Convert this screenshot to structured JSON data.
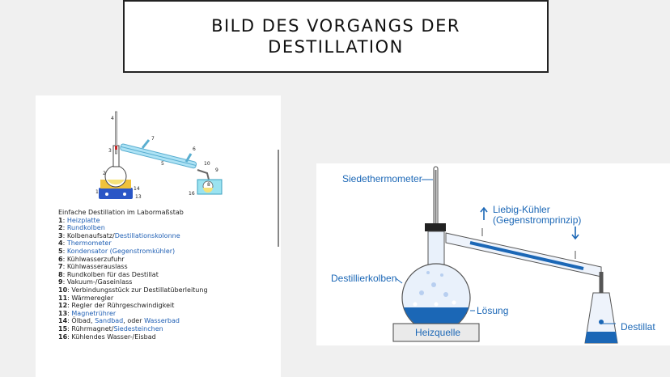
{
  "slide": {
    "title_line1": "BILD DES VORGANGS DER",
    "title_line2": "DESTILLATION"
  },
  "left_figure": {
    "numbers": [
      "1",
      "2",
      "3",
      "4",
      "5",
      "6",
      "7",
      "8",
      "9",
      "10",
      "13",
      "14",
      "16"
    ],
    "legend": [
      {
        "text": "Einfache Destillation im Labormaßstab"
      },
      {
        "num": "1",
        "plain": "",
        "link": "Heizplatte"
      },
      {
        "num": "2",
        "plain": "",
        "link": "Rundkolben"
      },
      {
        "num": "3",
        "plain": "Kolbenaufsatz/",
        "link": "Destillationskolonne"
      },
      {
        "num": "4",
        "plain": "",
        "link": "Thermometer"
      },
      {
        "num": "5",
        "plain": "",
        "link": "Kondensator (Gegenstromkühler)"
      },
      {
        "num": "6",
        "plain": "Kühlwasserzufuhr",
        "link": ""
      },
      {
        "num": "7",
        "plain": "Kühlwasserauslass",
        "link": ""
      },
      {
        "num": "8",
        "plain": "Rundkolben für das Destillat",
        "link": ""
      },
      {
        "num": "9",
        "plain": "Vakuum-/Gaseinlass",
        "link": ""
      },
      {
        "num": "10",
        "plain": "Verbindungsstück zur Destillatüberleitung",
        "link": ""
      },
      {
        "num": "11",
        "plain": "Wärmeregler",
        "link": ""
      },
      {
        "num": "12",
        "plain": "Regler der Rührgeschwindigkeit",
        "link": ""
      },
      {
        "num": "13",
        "plain": "",
        "link": "Magnetrührer"
      },
      {
        "num": "14",
        "plain": "Ölbad, ",
        "link": "Sandbad",
        "plain2": ", oder ",
        "link2": "Wasserbad"
      },
      {
        "num": "15",
        "plain": "Rührmagnet/",
        "link": "Siedesteinchen"
      },
      {
        "num": "16",
        "plain": "Kühlendes Wasser-/Eisbad",
        "link": ""
      }
    ]
  },
  "right_figure": {
    "label_thermometer": "Siedethermometer",
    "label_cooler_line1": "Liebig-Kühler",
    "label_cooler_line2": "(Gegenstromprinzip)",
    "label_flask": "Destillierkolben",
    "label_solution": "Lösung",
    "label_heat": "Heizquelle",
    "label_distillate": "Destillat"
  }
}
